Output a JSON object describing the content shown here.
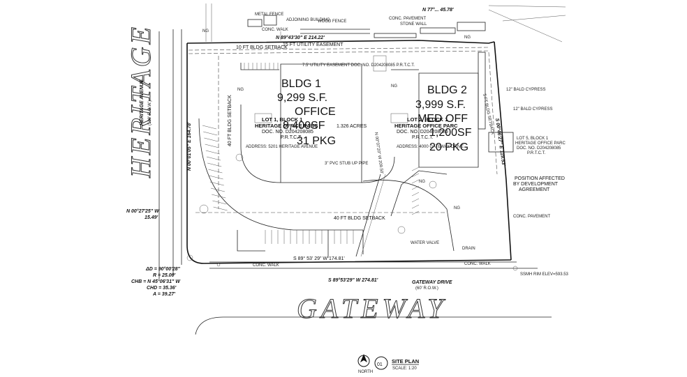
{
  "streets": {
    "heritage": "HERITAGE",
    "heritage_avenue": "HERITAGE AVENUE",
    "heritage_row": "(100' R.O.W.)",
    "gateway": "GATEWAY",
    "gateway_drive": "GATEWAY DRIVE",
    "gateway_row": "(60' R.O.W.)"
  },
  "buildings": {
    "bldg1": {
      "name": "BLDG 1",
      "area": "9,299 S.F.",
      "use": "OFFICE",
      "overlap_1": "8,400SF",
      "overlap_2": "31 PKG"
    },
    "bldg2": {
      "name": "BLDG 2",
      "area": "3,999 S.F.",
      "use": "MED OFF",
      "overlap_1": "1,200SF",
      "overlap_2": "20 PKG"
    }
  },
  "lots": {
    "lot1": {
      "l1": "LOT 1, BLOCK 1",
      "l2": "HERITAGE OFFICE PARC",
      "l3": "DOC. NO. D204208085",
      "l4": "P.R.T.C.T.",
      "acres": "1.326 ACRES"
    },
    "lot2": {
      "l1": "LOT 2, BLOCK 1",
      "l2": "HERITAGE OFFICE PARC",
      "l3": "DOC. NO. D204208085",
      "l4": "P.R.T.C.T."
    },
    "lot5": {
      "l1": "LOT 5, BLOCK 1",
      "l2": "HERITAGE OFFICE PARC",
      "l3": "DOC. NO. D204208085",
      "l4": "P.R.T.C.T."
    }
  },
  "addresses": {
    "bldg1": "ADDRESS: 5201 HERITAGE AVENUE",
    "bldg2": "ADDRESS: 4000 GATEWAY DRIVE"
  },
  "setbacks": {
    "top": "10 FT BLDG SETBACK",
    "utility": "15 FT UTILITY EASEMENT",
    "left": "40 FT BLDG SETBACK",
    "bottom": "40 FT BLDG SETBACK",
    "right": "5 FT BLDG SETBACK"
  },
  "bearings": {
    "top": "N 89°43'30\" E  214.22'",
    "top_right": "N 77°... 45.78'",
    "west": "N 00°01'05\" E  164.78'",
    "west_short_1": "N 00°27'25\" W",
    "west_short_2": "15.49'",
    "south_inner": "S 89° 53' 29\" W  174.81'",
    "south": "S 89°53'29\" W  274.81'",
    "east": "S 00°46'27\" E  119.53'",
    "center": "N 00°07'20\" W 209.50'"
  },
  "curve": {
    "delta": "ΔD = 90°00'28\"",
    "r": "R = 25.00'",
    "chb": "CHB = N 45°06'31\" W",
    "chd": "CHD = 35.36'",
    "a": "A = 39.27'"
  },
  "notes": {
    "position": [
      "POSITION AFFECTED",
      "BY DEVELOPMENT",
      "AGREEMENT"
    ],
    "conc_walk": "CONC. WALK",
    "conc_pavement": "CONC. PAVEMENT",
    "adjoining": "ADJOINING BUILDING",
    "metal_fence": "METAL FENCE",
    "wood_fence": "WOOD FENCE",
    "stone_wall": "STONE WALL",
    "ng": "NG",
    "utility_note": "7.5' UTILITY EASEMENT DOC. NO. D204208085 P.R.T.C.T.",
    "pvc_stub": "3\" PVC STUB UP PIPE",
    "sscmh": "SSMH RIM ELEV=593.53",
    "water_valve": "WATER VALVE",
    "bald_cypress": "12\" BALD CYPRESS",
    "drain": "DRAIN"
  },
  "title": {
    "number": "01",
    "name": "SITE PLAN",
    "scale": "SCALE: 1:20",
    "north": "NORTH"
  }
}
